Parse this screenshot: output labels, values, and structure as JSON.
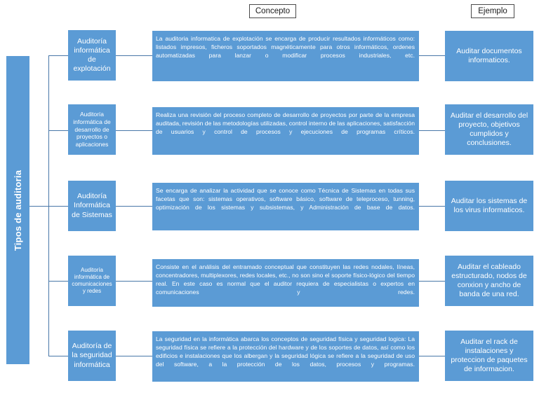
{
  "diagram": {
    "root_label": "Tipos de auditoria",
    "headers": {
      "concepto": "Concepto",
      "ejemplo": "Ejemplo"
    },
    "accent_color": "#5B9BD5",
    "line_color": "#4877A8",
    "text_color": "#FFFFFF",
    "rows": [
      {
        "category": "Auditoría informática de explotación",
        "concept": "La auditoria informatica de explotación se encarga de producir resultados informáticos como: listados impresos, ficheros soportados magnéticamente para otros informáticos, ordenes automatizadas para lanzar o modificar procesos industriales, etc.",
        "example": "Auditar documentos informaticos."
      },
      {
        "category": "Auditoría informática de desarrollo de proyectos o aplicaciones",
        "concept": "Realiza una revisión del proceso completo de desarrollo de proyectos por parte de la empresa auditada, revisión de las metodologías utilizadas, control interno de las aplicaciones, satisfacción de usuarios y control de procesos y ejecuciones de programas críticos.",
        "example": "Auditar el desarrollo del proyecto, objetivos cumplidos y conclusiones."
      },
      {
        "category": "Auditoría Informática de Sistemas",
        "concept": "Se encarga de analizar la actividad que se conoce como Técnica de Sistemas en todas sus facetas que son: sistemas operativos, software básico, software de teleproceso, tunning, optimización de los sistemas y subsistemas, y Administración de base de datos.",
        "example": "Auditar los sistemas de los virus informaticos."
      },
      {
        "category": "Auditoría informática de comunicaciones y redes",
        "concept": "Consiste en el análisis del entramado conceptual que constituyen las redes nodales, líneas, concentradores, multiplexores, redes locales, etc., no son sino el soporte físico-lógico del tiempo real. En este caso es normal que el auditor requiera de especialistas o expertos en comunicaciones y redes.",
        "example": "Auditar el cableado estructurado, nodos de conxion y ancho de banda de una red."
      },
      {
        "category": "Auditoría de la seguridad informática",
        "concept": "La seguridad en la informática abarca los conceptos de seguridad física y seguridad logica: La seguridad física se refiere a la protección del hardware y de los soportes de datos, así como los edificios e instalaciones que los albergan y la seguridad lógica se refiere a la seguridad de uso del software, a la protección de los datos, procesos y programas.",
        "example": "Auditar el rack de instalaciones y proteccion de paquetes de informacion."
      }
    ]
  }
}
